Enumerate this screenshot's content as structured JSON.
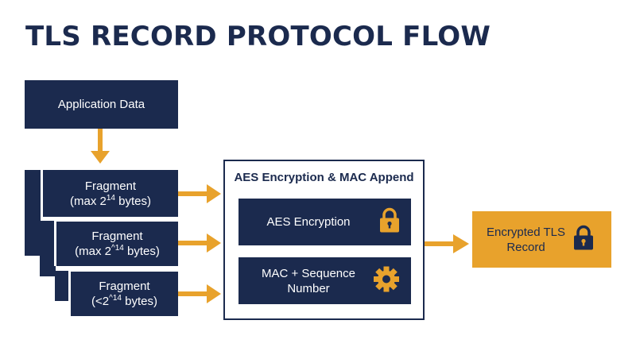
{
  "title": "TLS RECORD PROTOCOL FLOW",
  "colors": {
    "navy": "#1b2a4e",
    "accent": "#e8a22c",
    "background": "#ffffff"
  },
  "application_data": {
    "label": "Application Data"
  },
  "fragments": [
    {
      "line1": "Fragment",
      "line2_prefix": "(max 2",
      "exponent": "14",
      "line2_suffix": " bytes)"
    },
    {
      "line1": "Fragment",
      "line2_prefix": "(max 2",
      "exponent": "^14",
      "line2_suffix": " bytes)"
    },
    {
      "line1": "Fragment",
      "line2_prefix": "(<2",
      "exponent": "^14",
      "line2_suffix": " bytes)"
    }
  ],
  "processing": {
    "title": "AES Encryption & MAC Append",
    "steps": [
      {
        "label": "AES Encryption",
        "icon": "padlock-icon"
      },
      {
        "label": "MAC + Sequence Number",
        "icon": "gear-icon"
      }
    ]
  },
  "output": {
    "label": "Encrypted TLS Record",
    "icon": "padlock-icon"
  }
}
